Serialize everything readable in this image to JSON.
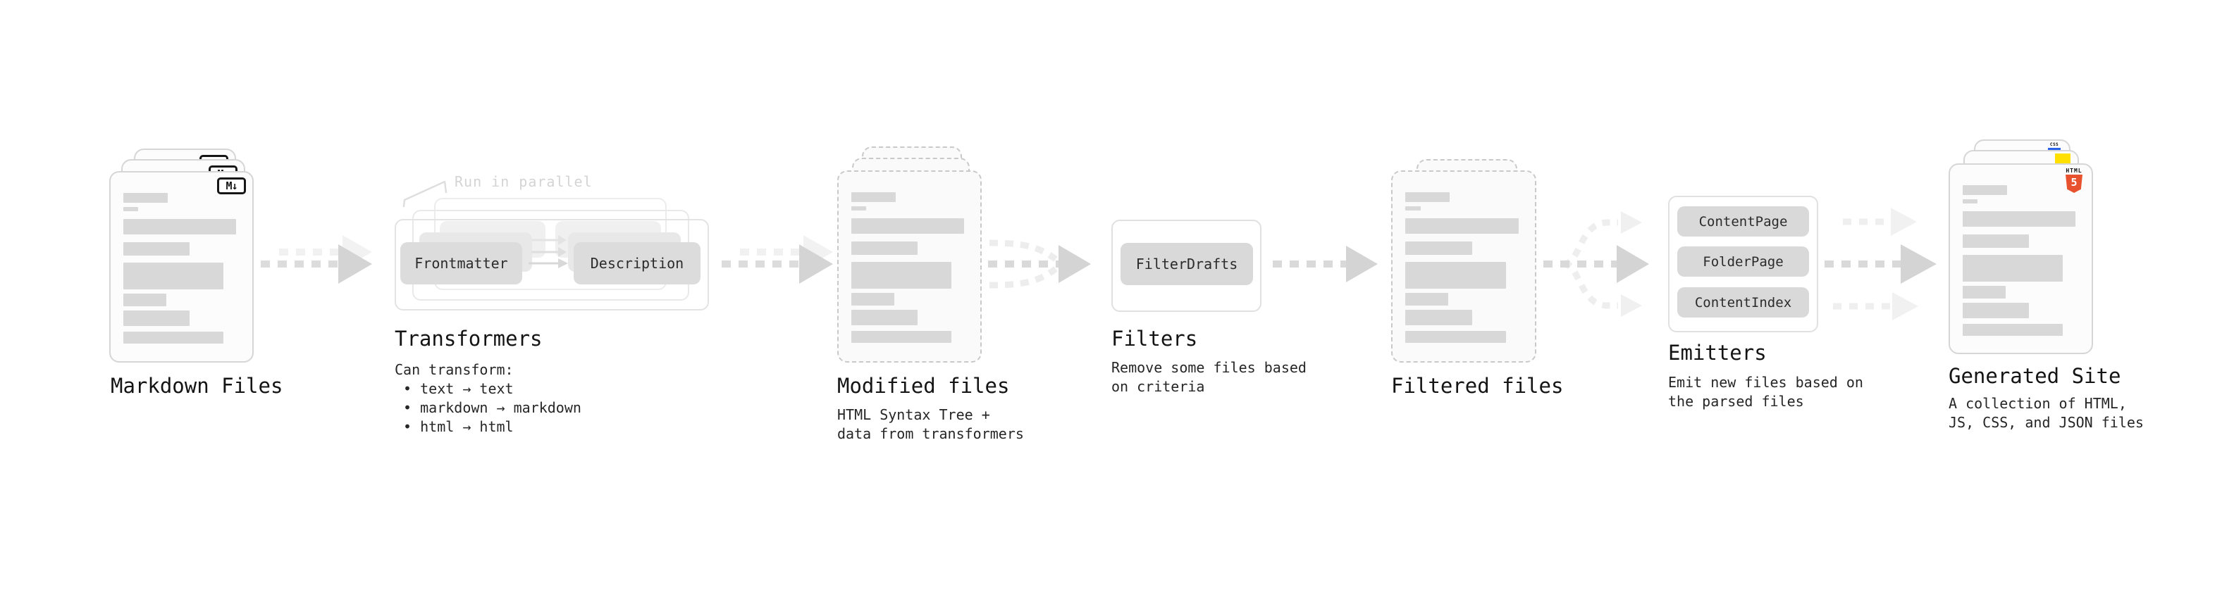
{
  "diagram": {
    "markdown_files": {
      "title": "Markdown Files",
      "badge": "M↓"
    },
    "transformers": {
      "title": "Transformers",
      "parallel_note": "Run in parallel",
      "pills": [
        "Frontmatter",
        "Description"
      ],
      "desc_lines": [
        "Can transform:",
        " • text → text",
        " • markdown → markdown",
        " • html → html"
      ]
    },
    "modified_files": {
      "title": "Modified files",
      "desc_lines": [
        "HTML Syntax Tree +",
        "data from transformers"
      ]
    },
    "filters": {
      "title": "Filters",
      "pills": [
        "FilterDrafts"
      ],
      "desc_lines": [
        "Remove some files based",
        "on criteria"
      ]
    },
    "filtered_files": {
      "title": "Filtered files"
    },
    "emitters": {
      "title": "Emitters",
      "pills": [
        "ContentPage",
        "FolderPage",
        "ContentIndex"
      ],
      "desc_lines": [
        "Emit new files based on",
        "the parsed files"
      ]
    },
    "generated_site": {
      "title": "Generated Site",
      "desc_lines": [
        "A collection of HTML,",
        "JS, CSS, and JSON files"
      ],
      "badges": {
        "css_label": "CSS",
        "html_label": "HTML",
        "html_number": "5"
      }
    }
  },
  "colors": {
    "html5_orange": "#e8512e",
    "js_yellow": "#ffe000",
    "css_blue": "#2962e9"
  }
}
